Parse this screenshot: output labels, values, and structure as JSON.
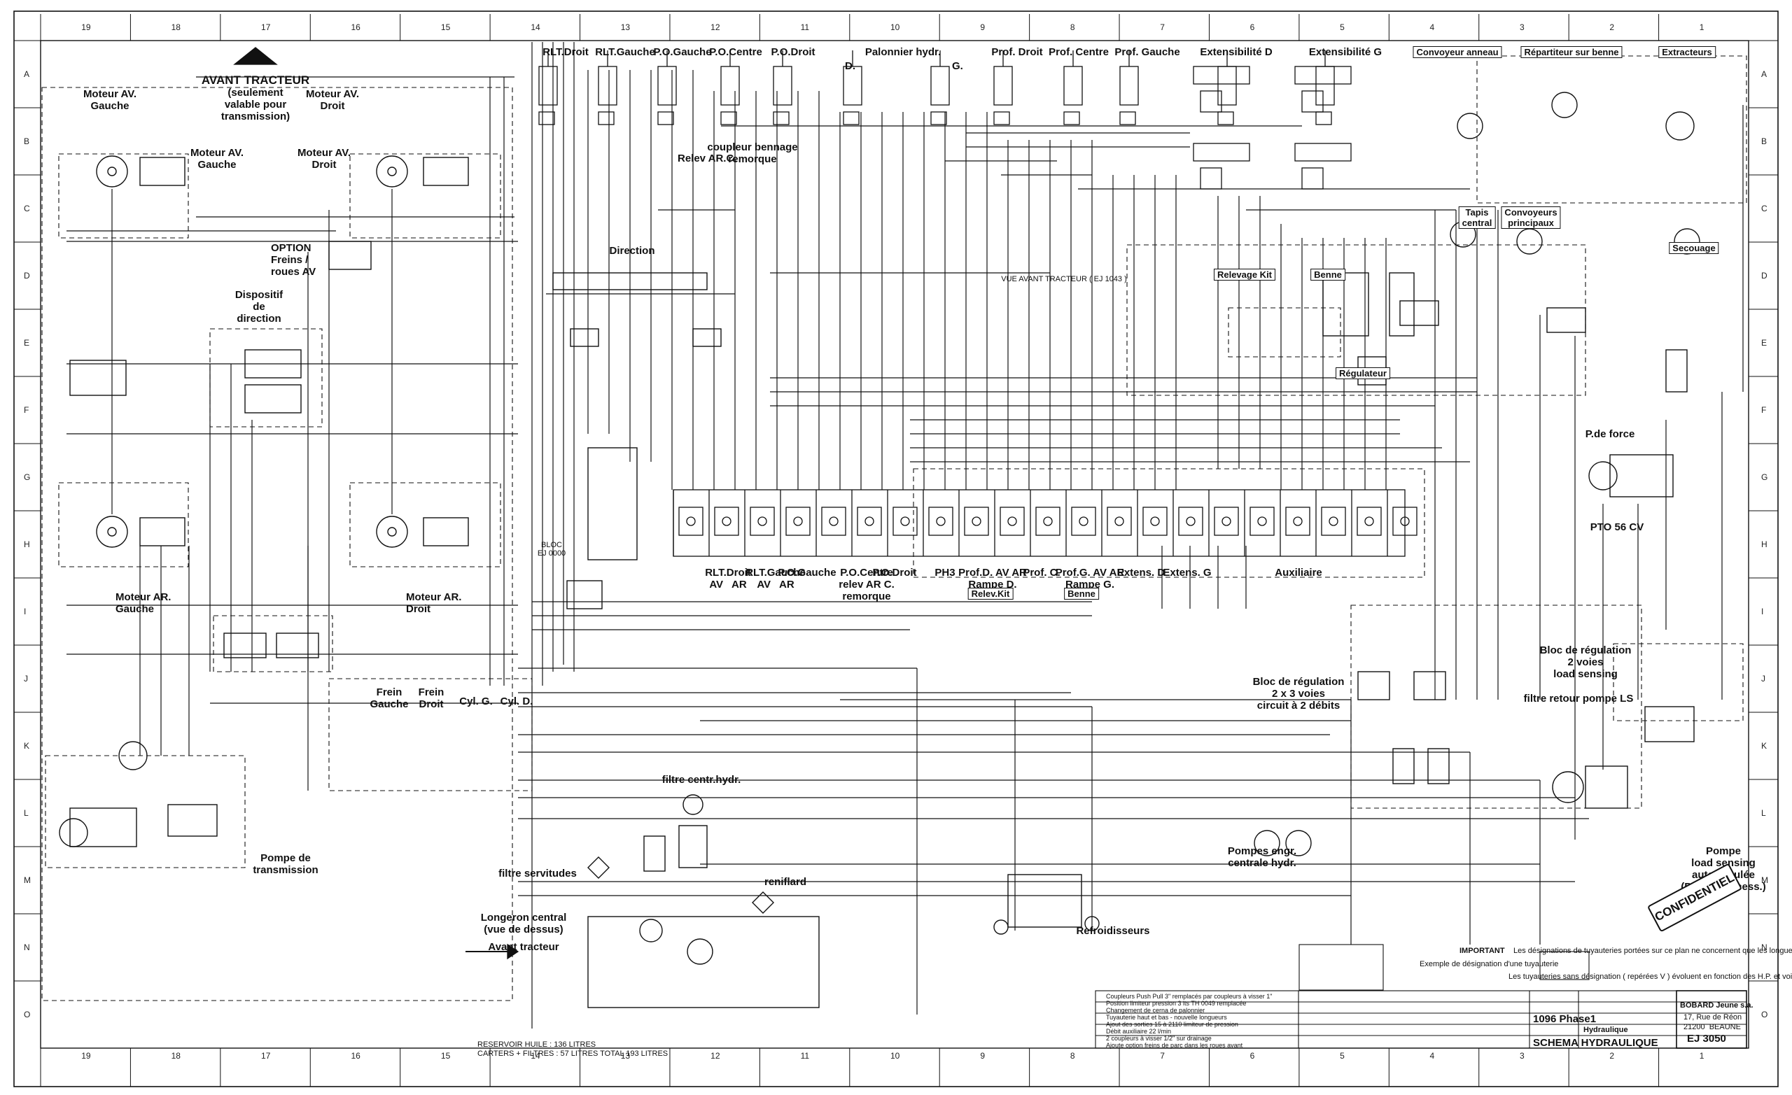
{
  "sheet": {
    "col_numbers_top": [
      "19",
      "18",
      "17",
      "16",
      "15",
      "14",
      "13",
      "12",
      "11",
      "10",
      "9",
      "8",
      "7",
      "6",
      "5",
      "4",
      "3",
      "2",
      "1"
    ],
    "col_numbers_bottom": [
      "19",
      "18",
      "17",
      "16",
      "15",
      "14",
      "13",
      "12",
      "11",
      "10",
      "9",
      "8",
      "7",
      "6",
      "5",
      "4",
      "3",
      "2",
      "1"
    ],
    "row_letters": [
      "A",
      "B",
      "C",
      "D",
      "E",
      "F",
      "G",
      "H",
      "I",
      "J",
      "K",
      "L",
      "M",
      "N",
      "O"
    ]
  },
  "labels": {
    "avant_tracteur_title": "AVANT TRACTEUR",
    "avant_tracteur_note": "(seulement\nvalable pour\ntransmission)",
    "moteur_av_gauche": "Moteur AV.\nGauche",
    "moteur_av_droit": "Moteur AV.\nDroit",
    "moteur_av_gauche_2": "Moteur AV.\nGauche",
    "moteur_av_droit_2": "Moteur AV.\nDroit",
    "option_freins": "OPTION\nFreins /\nroues AV",
    "dispositif_direction": "Dispositif\nde\ndirection",
    "moteur_ar_gauche": "Moteur AR.\nGauche",
    "moteur_ar_droit": "Moteur AR.\nDroit",
    "pompe_transmission": "Pompe de\ntransmission",
    "frein_gauche": "Frein\nGauche",
    "frein_droit": "Frein\nDroit",
    "cyl_g": "Cyl. G.",
    "cyl_d": "Cyl. D.",
    "rlt_droit": "RLT.Droit",
    "rlt_gauche": "RLT.Gauche",
    "po_gauche": "P.O.Gauche",
    "po_centre": "P.O.Centre",
    "po_droit": "P.O.Droit",
    "palonnier": "Palonnier hydr.",
    "palonnier_d": "D.",
    "palonnier_g": "G.",
    "prof_droit": "Prof. Droit",
    "prof_centre": "Prof. Centre",
    "prof_gauche": "Prof. Gauche",
    "extens_d": "Extensibilité D",
    "extens_g": "Extensibilité G",
    "convoyeur_anneau": "Convoyeur anneau",
    "repartiteur_benne": "Répartiteur sur benne",
    "extracteurs": "Extracteurs",
    "coupleur_bennage": "coupleur bennage\nremorque",
    "relev_arc": "Relev AR.C.",
    "direction": "Direction",
    "relevage_kit": "Relevage Kit",
    "benne": "Benne",
    "tapis_central": "Tapis\ncentral",
    "convoyeurs_principaux": "Convoyeurs\nprincipaux",
    "secouage": "Secouage",
    "regulateur": "Régulateur",
    "p_de_force": "P.de force",
    "pto_56": "PTO 56 CV",
    "bloc_regulation_2voies": "Bloc de régulation\n2 voies\nload sensing",
    "filtre_retour": "filtre retour pompe LS",
    "bloc_regulation_3voies": "Bloc de régulation\n2 x 3 voies\ncircuit à 2 débits",
    "pompes_engr": "Pompes engr.\ncentrale hydr.",
    "pompe_load_sensing": "Pompe\nload sensing\nauto-régulée\n(PTO ou access.)",
    "filtre_centr": "filtre centr.hydr.",
    "filtre_servitudes": "filtre servitudes",
    "reniflard": "reniflard",
    "longeron": "Longeron central\n(vue de dessus)",
    "avant_tracteur_arrow": "Avant tracteur",
    "refroidisseurs": "Refroidisseurs",
    "vue_avant_tracteur": "VUE AVANT TRACTEUR ( EJ 1043 )",
    "bloc_label": "BLOC\nEJ 0000",
    "confidentiel": "CONFIDENTIEL"
  },
  "valve_bank": {
    "sections": [
      "RLT.Droit\nAV   AR",
      "RLT.Gauche\nAV   AR",
      "P.O.Gauche",
      "P.O.Centre\nrelev AR C.\nremorque",
      "P.O.Droit",
      "PH3",
      "Prof.D. AV AR\nRampe D.",
      "Prof. C.",
      "Prof.G. AV AR\nRampe G.",
      "Extens. D",
      "Extens. G",
      "Auxiliaire"
    ],
    "tag_relev_kit": "Relev.Kit",
    "tag_benne": "Benne"
  },
  "titleblock": {
    "important": "IMPORTANT",
    "note_1": "Les désignations de tuyauteries portées sur ce plan ne concernent que les longueurs invariables.",
    "note_2": "Exemple de désignation d'une tuyauterie",
    "note_3": "Les tuyauteries sans désignation ( repérées V ) évoluent en fonction des H.P. et voies.",
    "company": "BOBARD Jeune s.a.",
    "address_1": "17, Rue de Réon",
    "address_2": "21200  BEAUNE",
    "drawing_no": "EJ 3050",
    "title": "SCHEMA HYDRAULIQUE",
    "machine": "1096 Phase1",
    "group": "Hydraulique",
    "reservoir": "RESERVOIR HUILE : 136 LITRES\nCARTERS + FILTRES : 57 LITRES TOTAL 193 LITRES",
    "revisions": [
      "Coupleurs Push Pull 3\" remplacés par coupleurs à visser 1\"",
      "Position limiteur pression 3 lts TH 0049 remplacée",
      "Changement de cerna de palonnier",
      "Tuyauterie haut et bas - nouvelle longueurs",
      "Ajout des sorties 15 à 2110 limiteur de pression",
      "Débit auxiliaire 22 l/min",
      "2 coupleurs à visser 1/2\" sur drainage",
      "Ajoute option freins de parc dans les roues avant"
    ]
  }
}
